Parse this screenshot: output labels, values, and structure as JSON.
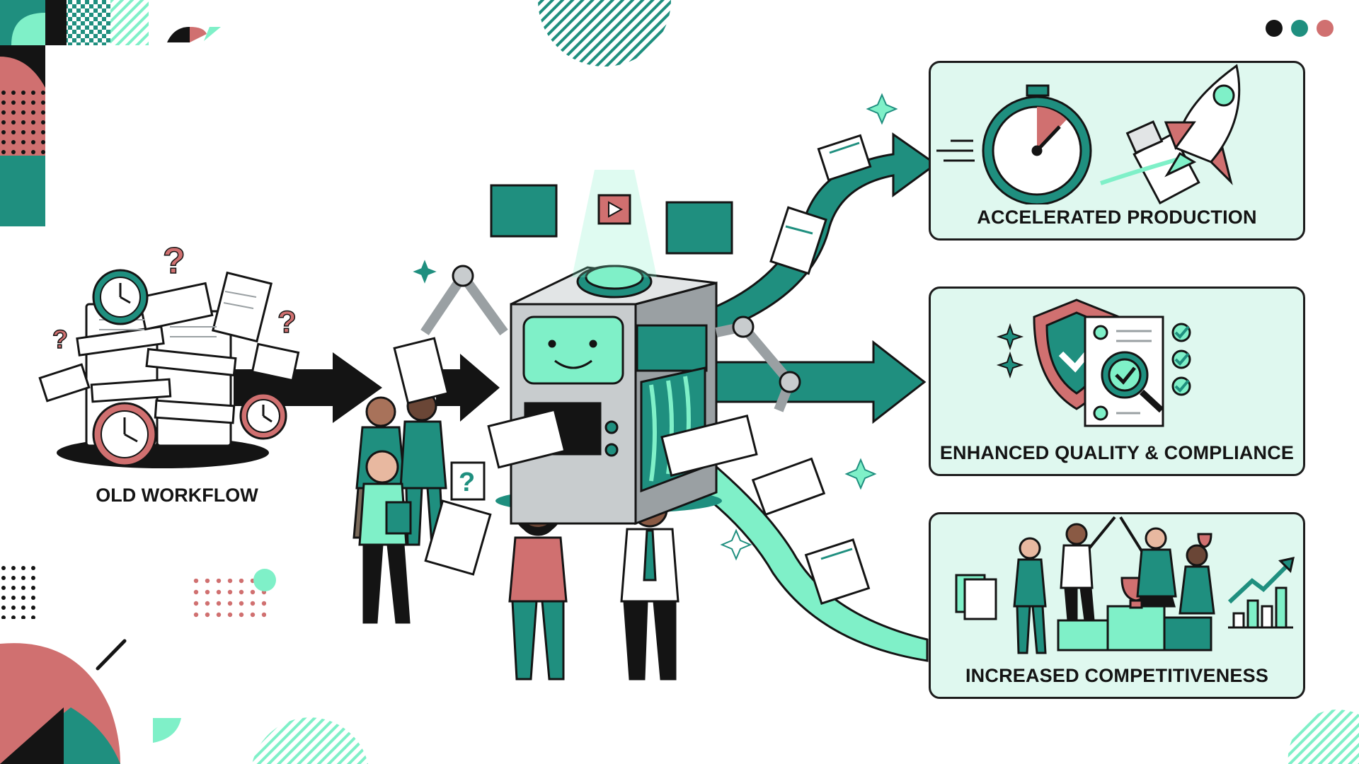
{
  "colors": {
    "teal": "#1f8f7f",
    "mint": "#7ff0c8",
    "mint_pale": "#dff8ef",
    "coral": "#d07070",
    "black": "#141414",
    "gray": "#c8ccce"
  },
  "window_dots": [
    "#141414",
    "#1f8f7f",
    "#d07070"
  ],
  "left": {
    "label": "OLD WORKFLOW"
  },
  "center": {
    "icon": "smiling-document-processing-machine-icon"
  },
  "outcomes": [
    {
      "label": "ACCELERATED PRODUCTION",
      "icons": [
        "stopwatch-icon",
        "rocket-icon",
        "document-icon"
      ]
    },
    {
      "label": "ENHANCED QUALITY & COMPLIANCE",
      "icons": [
        "shield-check-icon",
        "magnifier-check-icon",
        "checklist-icon"
      ]
    },
    {
      "label": "INCREASED COMPETITIVENESS",
      "icons": [
        "podium-trophy-icon",
        "team-celebrating-icon",
        "growth-chart-icon"
      ]
    }
  ]
}
